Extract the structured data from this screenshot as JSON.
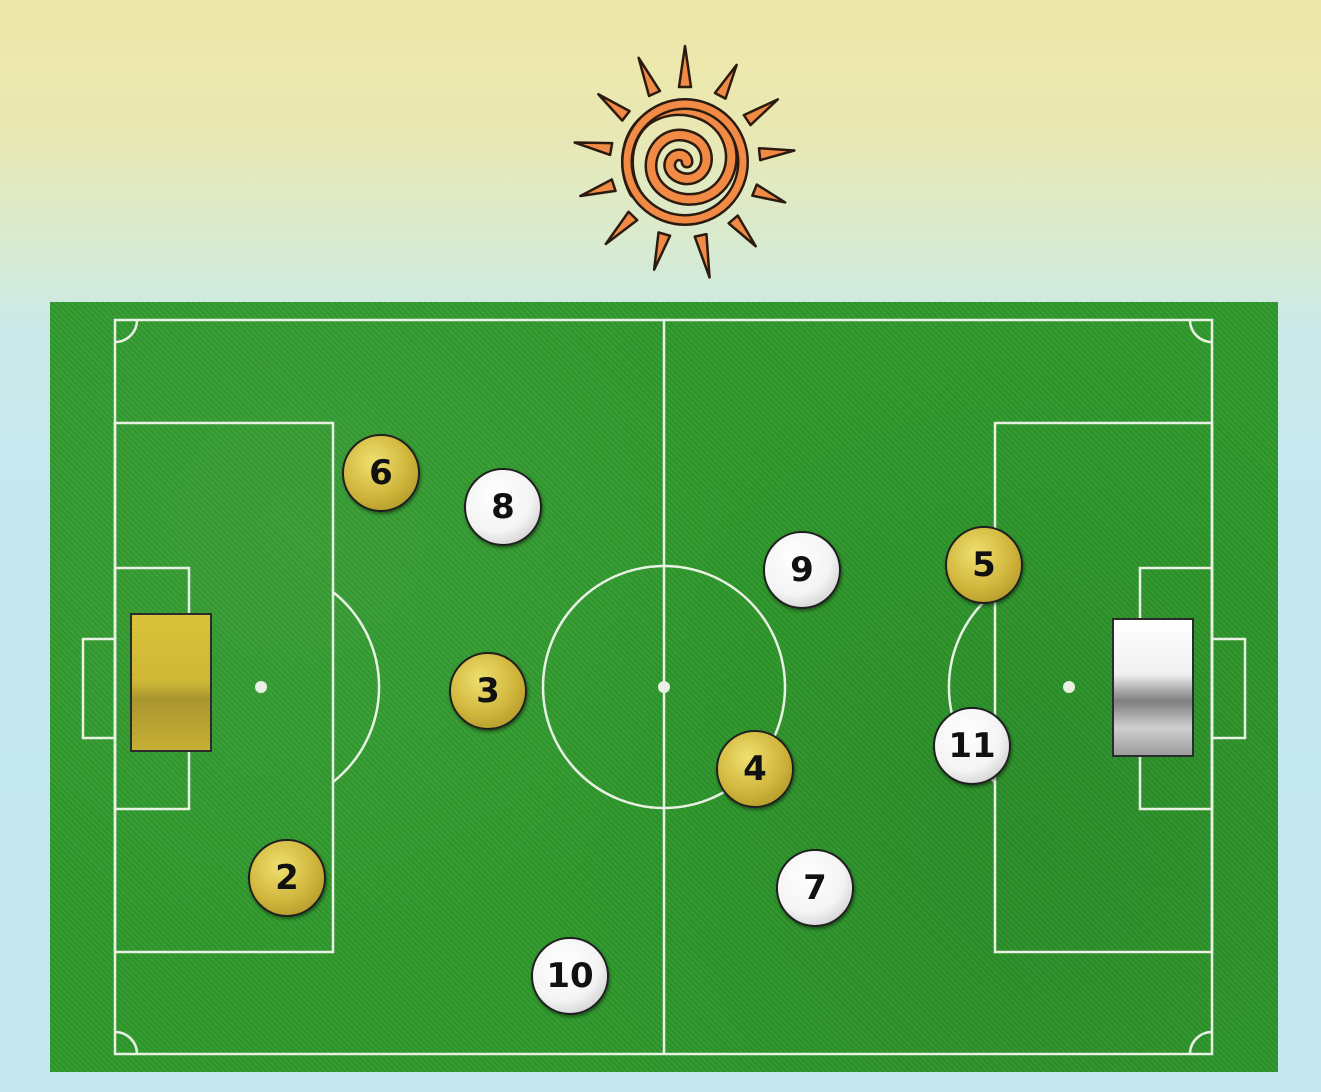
{
  "colors": {
    "pitch": "#2f9a2c",
    "lines": "#e9f1e4",
    "team_yellow": "#cfb43a",
    "team_white": "#f4f4f4",
    "sun_rays": "#f08a44"
  },
  "icons": {
    "sun": "sun-icon"
  },
  "players": [
    {
      "number": "6",
      "team": "yellow"
    },
    {
      "number": "8",
      "team": "white"
    },
    {
      "number": "9",
      "team": "white"
    },
    {
      "number": "5",
      "team": "yellow"
    },
    {
      "number": "3",
      "team": "yellow"
    },
    {
      "number": "11",
      "team": "white"
    },
    {
      "number": "4",
      "team": "yellow"
    },
    {
      "number": "2",
      "team": "yellow"
    },
    {
      "number": "7",
      "team": "white"
    },
    {
      "number": "10",
      "team": "white"
    }
  ],
  "goals": {
    "left_team": "yellow",
    "right_team": "white"
  }
}
